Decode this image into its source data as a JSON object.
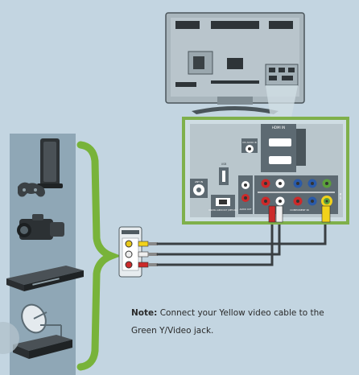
{
  "colors": {
    "background": "#c3d5e1",
    "device_panel": "#8fa7b6",
    "brace": "#78b33a",
    "tv_body": "#b9c5cc",
    "connector_panel": "#cfdde3",
    "panel_border": "#7fb04b",
    "jack_face": "#5d6a72",
    "cable": "#3a3f42",
    "yellow": "#f2d21b",
    "red": "#cc2a2a",
    "white_plug": "#eeeeee",
    "green_jack": "#5aa03c",
    "blue_jack": "#2a5aa8"
  },
  "note": {
    "label": "Note:",
    "text": "Connect your Yellow video cable to the Green Y/Video jack."
  },
  "panel_labels": {
    "hdmi_in": "HDMI IN",
    "dvi_audio_in": "DVI AUDIO IN",
    "usb": "USB",
    "ant_in": "ANT IN",
    "digital_audio_out": "DIGITAL AUDIO OUT (OPTICAL)",
    "audio_out": "AUDIO OUT",
    "component_in": "COMPONENT IN",
    "av_in": "AV IN"
  },
  "devices": [
    "game-console-icon",
    "camcorder-icon",
    "dvd-player-icon",
    "satellite-receiver-icon"
  ]
}
